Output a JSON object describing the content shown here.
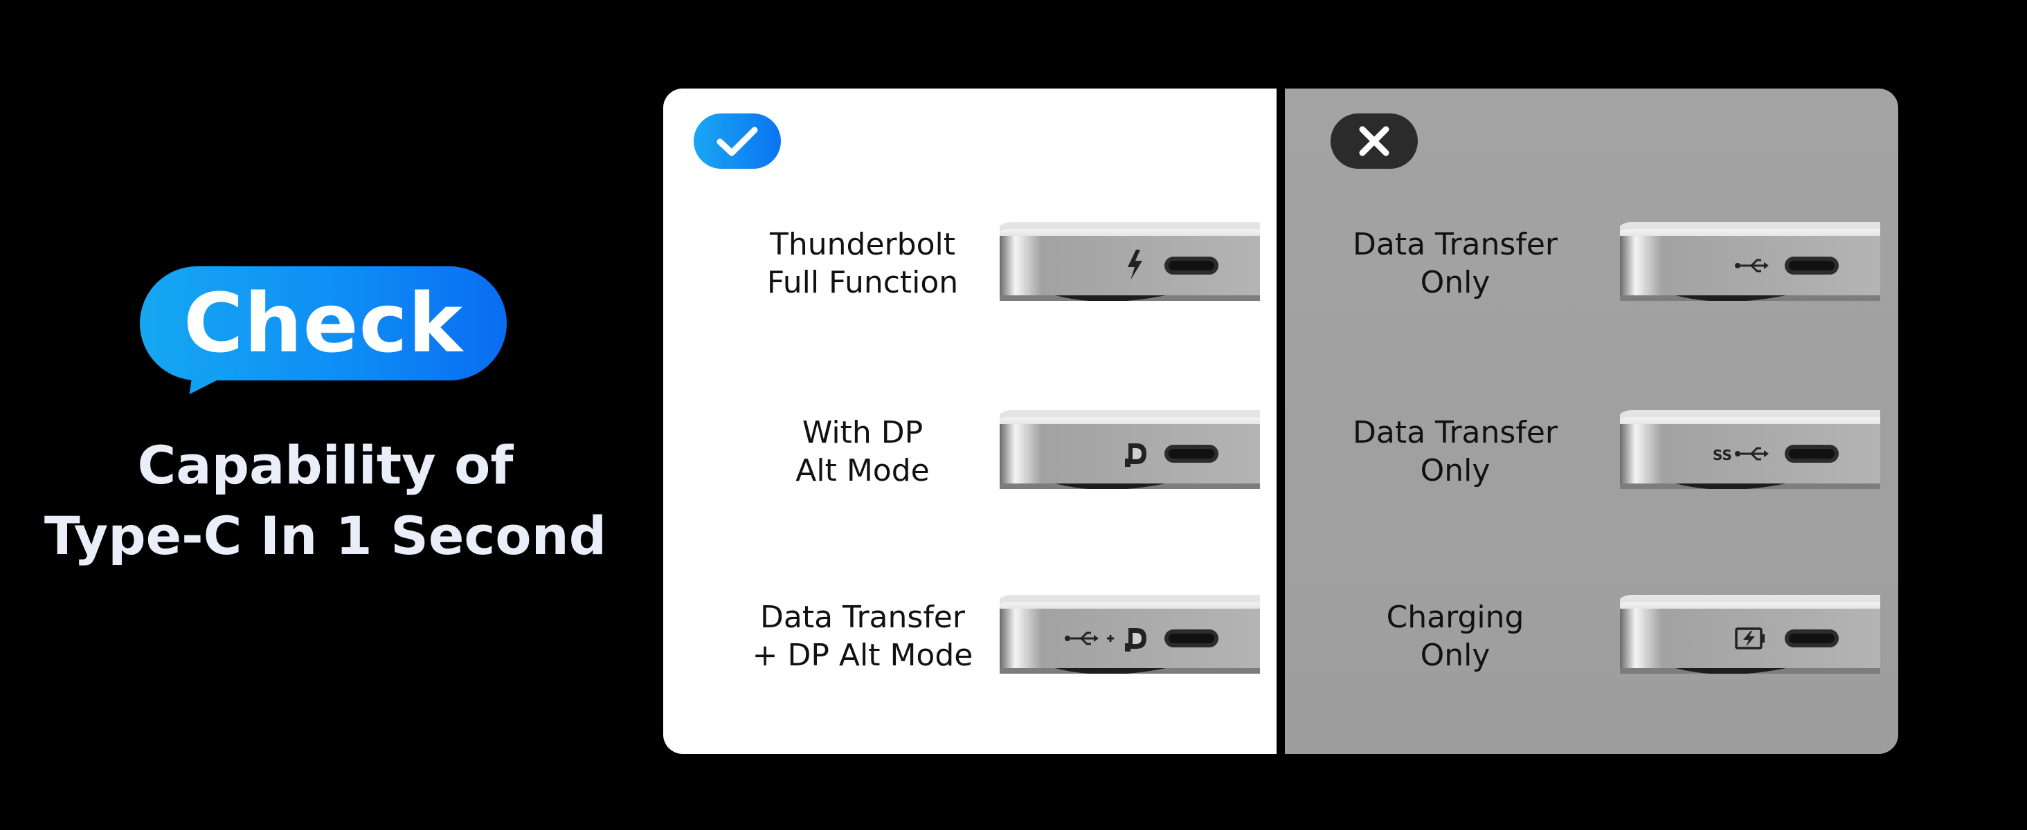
{
  "hero": {
    "bubble_label": "Check",
    "title_line1": "Capability of",
    "title_line2": "Type-C In 1 Second"
  },
  "panels": {
    "supported": {
      "badge_icon": "checkmark-icon",
      "items": [
        {
          "line1": "Thunderbolt",
          "line2": "Full Function",
          "icon": "thunderbolt-icon"
        },
        {
          "line1": "With DP",
          "line2": "Alt Mode",
          "icon": "displayport-icon"
        },
        {
          "line1": "Data Transfer",
          "line2": "+ DP Alt Mode",
          "icon": "usb-plus-displayport-icon"
        }
      ]
    },
    "unsupported": {
      "badge_icon": "cross-icon",
      "items": [
        {
          "line1": "Data Transfer",
          "line2": "Only",
          "icon": "usb-icon"
        },
        {
          "line1": "Data Transfer",
          "line2": "Only",
          "icon": "usb-superspeed-icon",
          "icon_text": "SS"
        },
        {
          "line1": "Charging",
          "line2": "Only",
          "icon": "charging-icon"
        }
      ]
    }
  },
  "colors": {
    "background": "#000000",
    "accent_blue": "#0e8ef5",
    "supported_panel": "#ffffff",
    "unsupported_panel": "#a1a1a1",
    "hero_text": "#e9eef9"
  }
}
